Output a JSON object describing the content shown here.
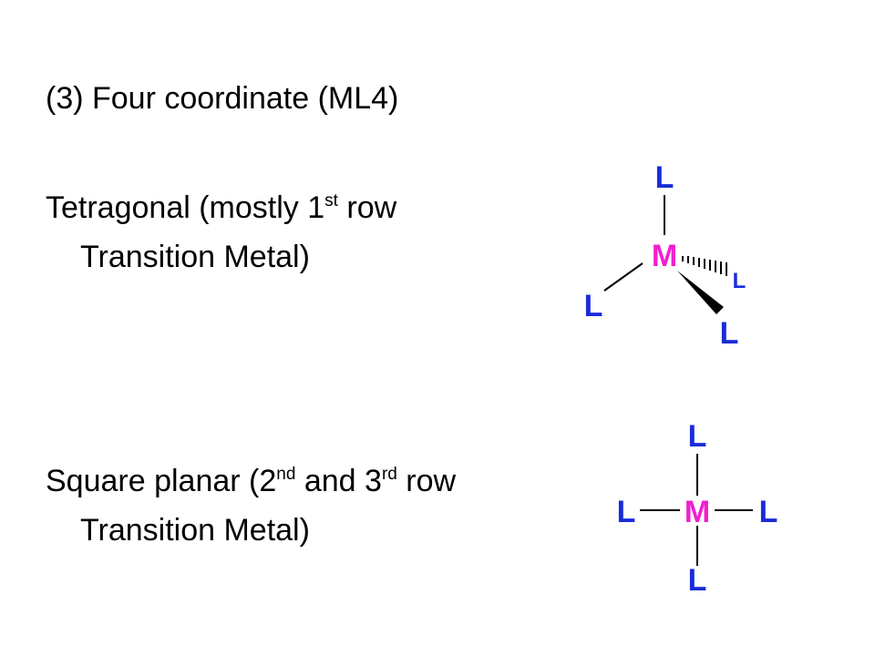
{
  "heading": "(3) Four coordinate (ML4)",
  "tetragonal": {
    "line1_pre": "Tetragonal (mostly 1",
    "line1_sup": "st",
    "line1_post": " row",
    "line2": "Transition Metal)"
  },
  "square_planar": {
    "line1_pre": "Square planar (2",
    "sup1": "nd",
    "mid": " and 3",
    "sup2": "rd",
    "line1_post": " row",
    "line2": "Transition Metal)"
  },
  "tetragonal_diagram": {
    "metal": "M",
    "ligand_top": "L",
    "ligand_left": "L",
    "ligand_hash": "L",
    "ligand_wedge": "L"
  },
  "square_planar_diagram": {
    "metal": "M",
    "ligand_top": "L",
    "ligand_left": "L",
    "ligand_right": "L",
    "ligand_bottom": "L"
  },
  "colors": {
    "ligand": "#1a2bd8",
    "metal": "#f21fd0",
    "bond": "#000000"
  }
}
